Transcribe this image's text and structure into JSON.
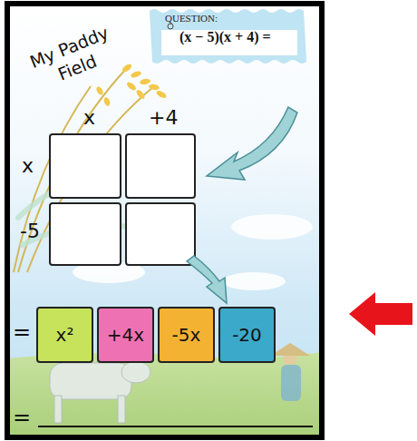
{
  "diagram": {
    "nodes": [
      {
        "text": [
          "QUESTION:",
          "(x − 5)(x + 4) ="
        ]
      },
      {
        "text": [
          "x²"
        ]
      },
      {
        "text": [
          "+4x"
        ]
      },
      {
        "text": [
          "-5x"
        ]
      },
      {
        "text": [
          "-20"
        ]
      }
    ],
    "labels": [
      "My Paddy Field",
      "x",
      "+4",
      "x",
      "-5",
      "=",
      "="
    ]
  }
}
